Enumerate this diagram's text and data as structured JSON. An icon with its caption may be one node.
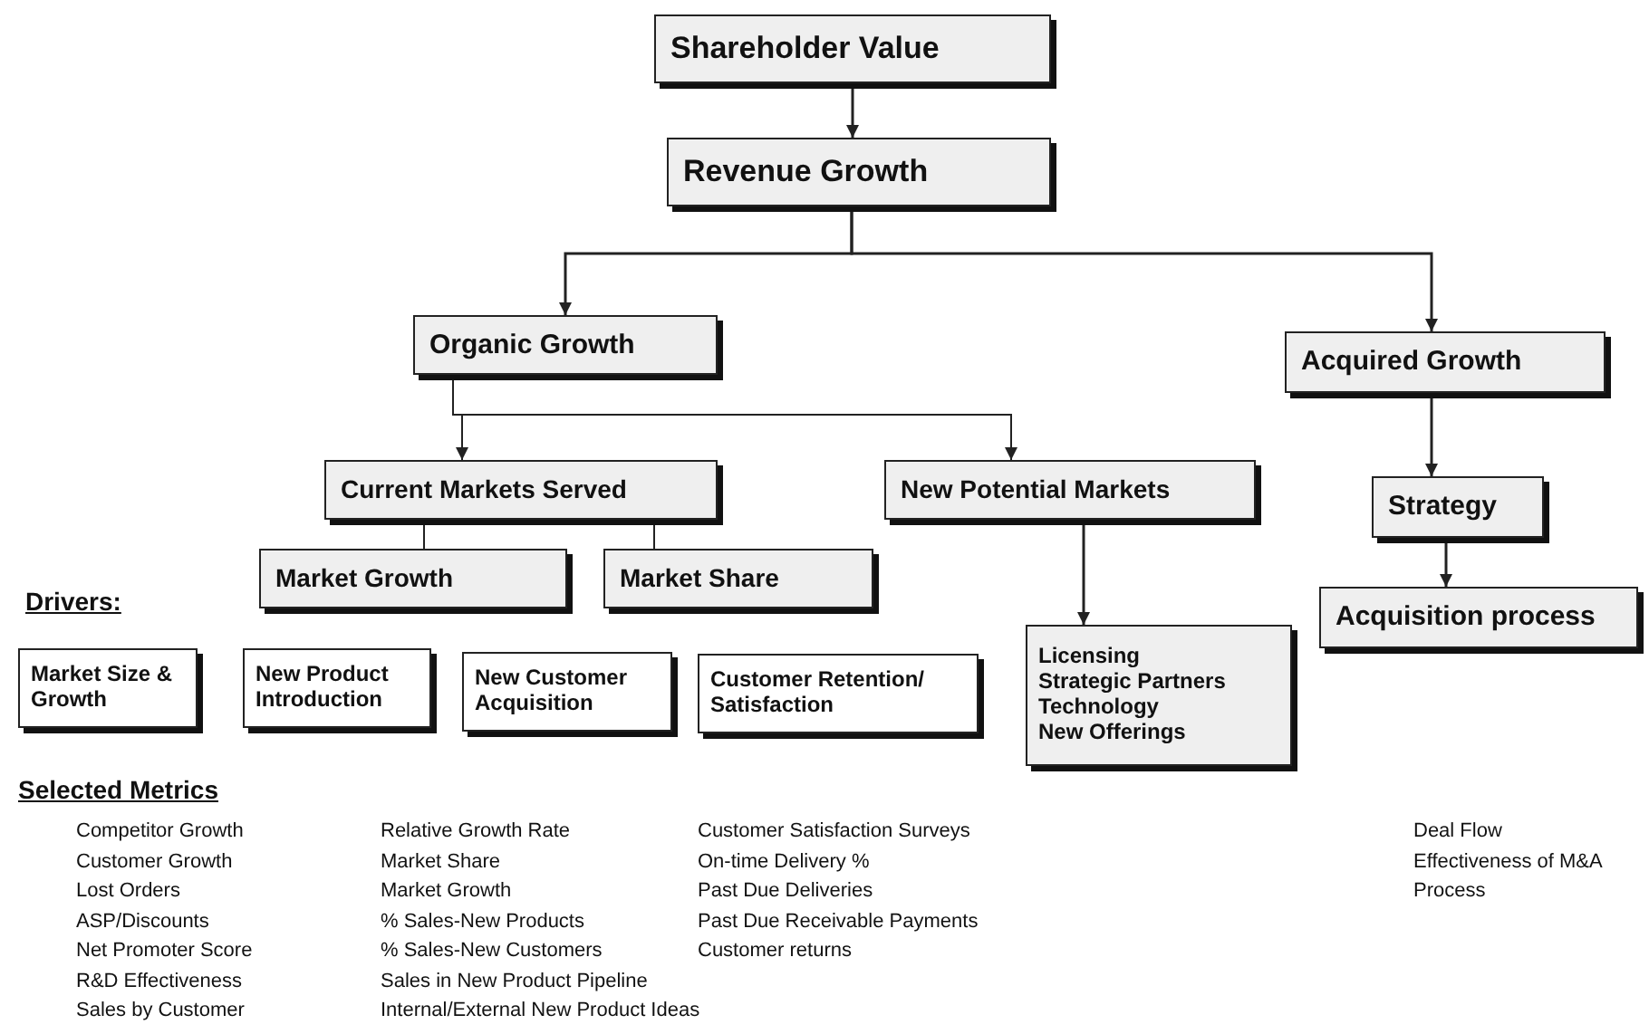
{
  "diagram": {
    "nodes": [
      {
        "text": [
          "Shareholder Value"
        ]
      },
      {
        "text": [
          "Revenue Growth"
        ]
      },
      {
        "text": [
          "Organic Growth"
        ]
      },
      {
        "text": [
          "Acquired Growth"
        ]
      },
      {
        "text": [
          "Current Markets Served"
        ]
      },
      {
        "text": [
          "New Potential Markets"
        ]
      },
      {
        "text": [
          "Strategy"
        ]
      },
      {
        "text": [
          "Market Growth"
        ]
      },
      {
        "text": [
          "Market Share"
        ]
      },
      {
        "text": [
          "Acquisition process"
        ]
      },
      {
        "text": [
          "Market Size & Growth"
        ]
      },
      {
        "text": [
          "New Product Introduction"
        ]
      },
      {
        "text": [
          "New Customer Acquisition"
        ]
      },
      {
        "text": [
          "Customer Retention/ Satisfaction"
        ]
      },
      {
        "text": [
          "Licensing",
          "Strategic Partners",
          "Technology",
          "New Offerings"
        ]
      }
    ],
    "edges": [
      {
        "from": 0,
        "to": 1,
        "arrow": "to"
      },
      {
        "from": 1,
        "to": 2,
        "arrow": "to"
      },
      {
        "from": 1,
        "to": 3,
        "arrow": "to"
      },
      {
        "from": 2,
        "to": 4,
        "arrow": "to"
      },
      {
        "from": 2,
        "to": 5,
        "arrow": "to"
      },
      {
        "from": 4,
        "to": 7,
        "arrow": "none"
      },
      {
        "from": 4,
        "to": 8,
        "arrow": "none"
      },
      {
        "from": 5,
        "to": 14,
        "arrow": "to"
      },
      {
        "from": 3,
        "to": 6,
        "arrow": "to"
      },
      {
        "from": 6,
        "to": 9,
        "arrow": "to"
      }
    ],
    "labels": [
      "Drivers:",
      "Selected Metrics",
      "Competitor Growth",
      "Customer Growth",
      "Lost Orders",
      "ASP/Discounts",
      "Net Promoter Score",
      "R&D Effectiveness",
      "Sales by Customer",
      "Relative Growth Rate",
      "Market Share",
      "Market Growth",
      "% Sales-New Products",
      "% Sales-New Customers",
      "Sales in New Product Pipeline",
      "Internal/External New Product Ideas",
      "Customer Satisfaction Surveys",
      "On-time Delivery %",
      "Past Due Deliveries",
      "Past Due Receivable Payments",
      "Customer returns",
      "Deal Flow",
      "Effectiveness of M&A",
      "Process"
    ]
  }
}
